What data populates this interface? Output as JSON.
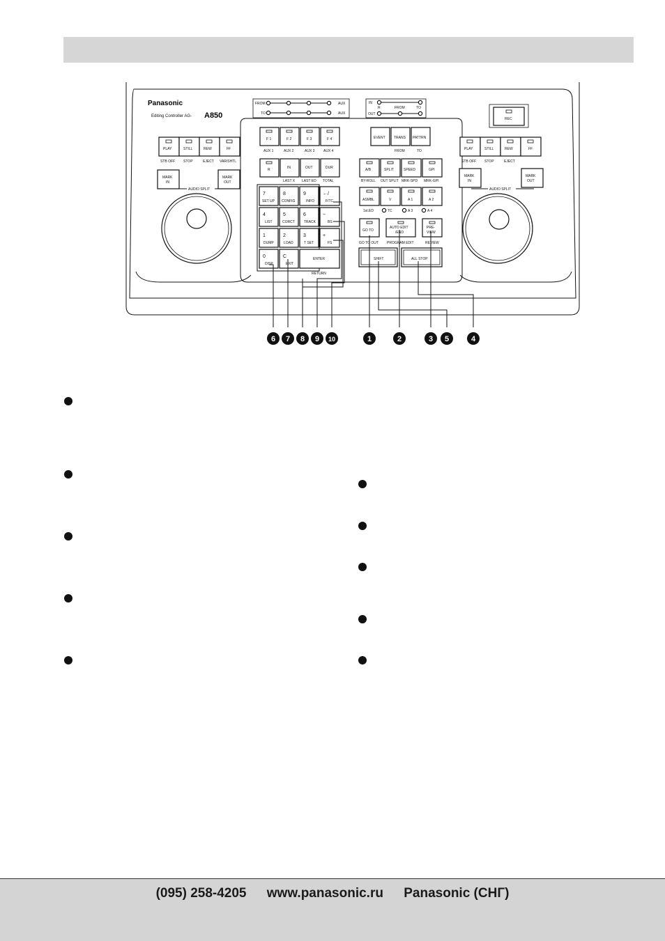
{
  "page": {
    "header_bar_text": ""
  },
  "controller": {
    "brand": "Panasonic",
    "model_prefix": "Editing Controller  AG-",
    "model": "A850",
    "rec": "REC",
    "indicators_left": {
      "from": "FROM",
      "to": "TO",
      "aux1": "AUX",
      "aux2": "AUX"
    },
    "indicators_right": {
      "in": "IN",
      "r": "R",
      "from": "FROM",
      "to": "TO",
      "out": "OUT"
    },
    "left_transport": [
      "PLAY",
      "STILL",
      "REW",
      "FF"
    ],
    "left_transport_sub": [
      "STB OFF",
      "STOP",
      "EJECT",
      "VAR/SHTL"
    ],
    "right_transport": [
      "PLAY",
      "STILL",
      "REW",
      "FF"
    ],
    "right_transport_sub": [
      "STB OFF",
      "STOP",
      "EJECT"
    ],
    "mark_in": [
      "MARK",
      "IN"
    ],
    "mark_out": [
      "MARK",
      "OUT"
    ],
    "audio_split": "AUDIO SPLIT",
    "f_keys": [
      "F 1",
      "F 2",
      "F 3",
      "F 4"
    ],
    "aux_labels": [
      "AUX 1",
      "AUX 2",
      "AUX 3",
      "AUX 4"
    ],
    "r_row": [
      "R",
      "IN",
      "OUT",
      "DUR"
    ],
    "r_row_sub": [
      "LAST X",
      "LAST ED",
      "TOTAL"
    ],
    "event_row": [
      "EVENT",
      "TRANS",
      "PATTRN"
    ],
    "event_row_sub": [
      "FROM",
      "TO"
    ],
    "ab_row": [
      "A/B",
      "SPLIT",
      "SPEED",
      "GPI"
    ],
    "ab_row_sub": [
      "BY-ROLL",
      "OUT SPLIT",
      "MRK-SPD",
      "MRK-GPI"
    ],
    "num_top": [
      "7",
      "8",
      "9"
    ],
    "num_top_sub": [
      "SET UP",
      "CONFIG",
      "INFO"
    ],
    "num_mid": [
      "4",
      "5",
      "6"
    ],
    "num_mid_sub": [
      "LIST",
      "CORCT",
      "TRACK"
    ],
    "num_low": [
      "1",
      "2",
      "3"
    ],
    "num_low_sub": [
      "DUMP",
      "LOAD",
      "T SET"
    ],
    "side_keys": [
      "←/",
      "F/TC",
      "−",
      "BS",
      "+",
      "FS"
    ],
    "zero": [
      "0",
      "DISP"
    ],
    "clear": [
      "C",
      "EXIT"
    ],
    "enter": "ENTER",
    "return": "RETURN",
    "asmbl_row": [
      "ASMBL",
      "V",
      "A 1",
      "A 2"
    ],
    "asmbl_sub": [
      "1st.ED",
      "TC",
      "A 3",
      "A 4"
    ],
    "goto": [
      "GO TO"
    ],
    "auto_edit": [
      "AUTO EDIT",
      "/END"
    ],
    "preview": [
      "PRE-",
      "VIEW"
    ],
    "goto_sub": [
      "GO TO OUT",
      "PROGRAM EDIT",
      "REVIEW"
    ],
    "shift": "SHIFT",
    "all_stop": "ALL STOP"
  },
  "callouts": [
    "6",
    "7",
    "8",
    "9",
    "10",
    "1",
    "2",
    "3",
    "5",
    "4"
  ],
  "footer": {
    "phone": "(095) 258-4205",
    "website": "www.panasonic.ru",
    "company": "Panasonic (СНГ)"
  }
}
